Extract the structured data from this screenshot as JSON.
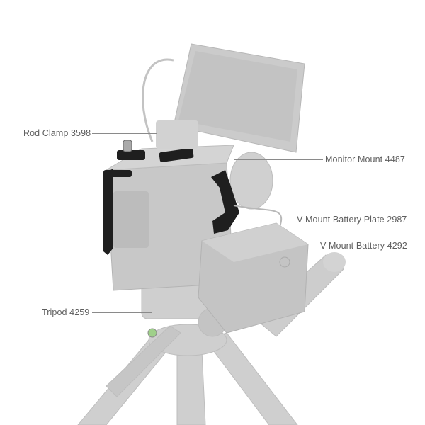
{
  "figure": {
    "subject": "Camera cage rig kit on tripod",
    "callouts": [
      {
        "id": "rod-clamp",
        "label": "Rod Clamp 3598",
        "side": "left"
      },
      {
        "id": "monitor-mount",
        "label": "Monitor Mount 4487",
        "side": "right"
      },
      {
        "id": "vmount-plate",
        "label": "V Mount Battery Plate 2987",
        "side": "right"
      },
      {
        "id": "vmount-battery",
        "label": "V Mount Battery 4292",
        "side": "right"
      },
      {
        "id": "tripod",
        "label": "Tripod 4259",
        "side": "left"
      }
    ],
    "colors": {
      "background": "#ffffff",
      "product_ghost": "#c9c9c9",
      "highlighted_parts": "#1e1e1e",
      "label_text": "#5e5e5e",
      "leader_line": "#8a8a8a"
    }
  }
}
